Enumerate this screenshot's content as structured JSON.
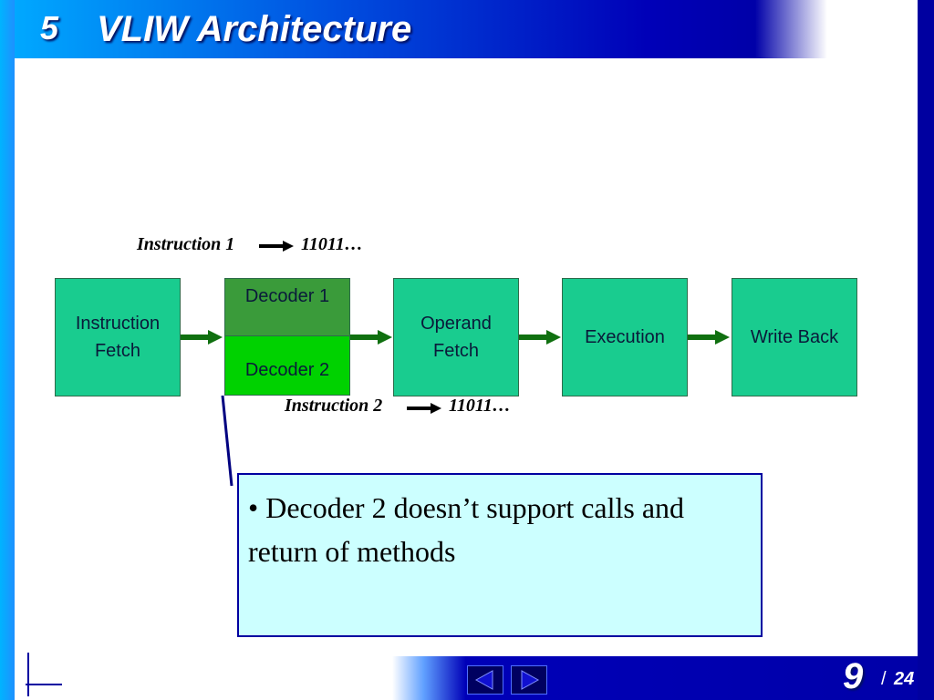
{
  "header": {
    "section_number": "5",
    "title": "VLIW Architecture"
  },
  "pipeline": {
    "stages": [
      {
        "label": "Instruction\nFetch"
      },
      {
        "label": "Decoder 1"
      },
      {
        "label": "Decoder 2"
      },
      {
        "label": "Operand\nFetch"
      },
      {
        "label": "Execution"
      },
      {
        "label": "Write Back"
      }
    ],
    "instruction1": {
      "label": "Instruction 1",
      "value": "11011…"
    },
    "instruction2": {
      "label": "Instruction 2",
      "value": "11011…"
    }
  },
  "note": {
    "text": "• Decoder 2 doesn’t support calls and return of methods"
  },
  "footer": {
    "page_number": "9",
    "separator": "/",
    "total_pages": "24",
    "prev_icon": "triangle-left-icon",
    "next_icon": "triangle-right-icon"
  },
  "colors": {
    "stage": "#19cc8f",
    "decoder1": "#3a9b3a",
    "decoder2": "#00d200",
    "arrow": "#107010",
    "note_bg": "#ccffff",
    "accent": "#0000a0"
  }
}
